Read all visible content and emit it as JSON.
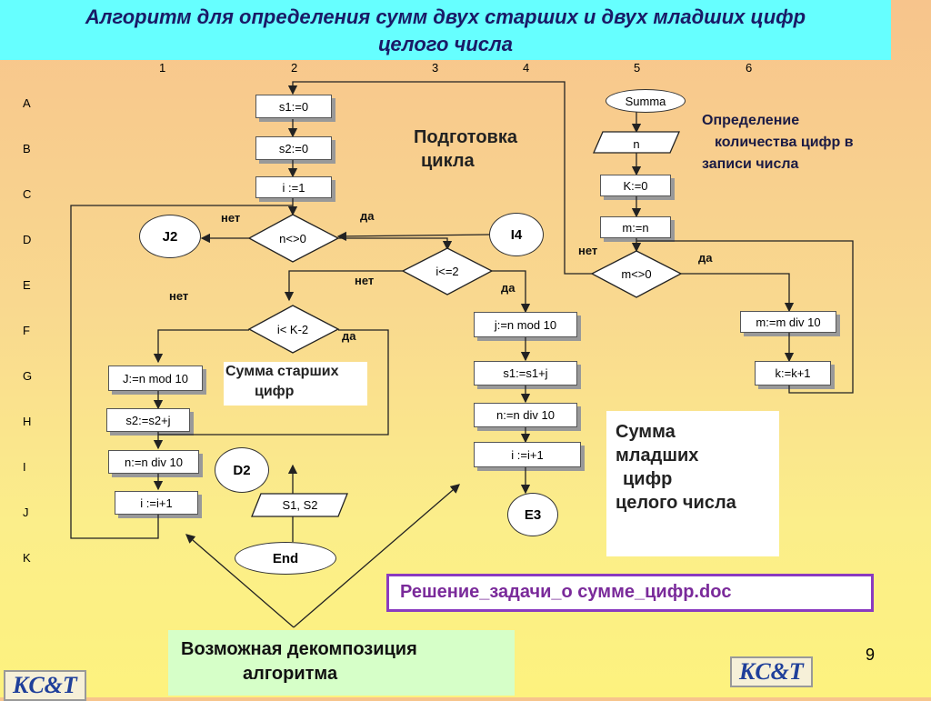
{
  "title": {
    "line1": "Алгоритм для определения сумм двух старших и двух младших цифр",
    "line2": "целого  числа"
  },
  "grid": {
    "columns": [
      "1",
      "2",
      "3",
      "4",
      "5",
      "6"
    ],
    "rows": [
      "A",
      "B",
      "C",
      "D",
      "E",
      "F",
      "G",
      "H",
      "I",
      "J",
      "K"
    ]
  },
  "blocks": {
    "s1": "s1:=0",
    "s2": "s2:=0",
    "i1": "i :=1",
    "n_ne_0": "n<>0",
    "J2": "J2",
    "I4": "I4",
    "i_le_2": "i<=2",
    "i_lt_k2": "i< K-2",
    "jmod_left": "J:=n mod 10",
    "s2sum": "s2:=s2+j",
    "ndiv_left": "n:=n div 10",
    "iinc_left": "i :=i+1",
    "D2": "D2",
    "output": "S1, S2",
    "end": "End",
    "jmod_right": "j:=n mod 10",
    "s1sum": "s1:=s1+j",
    "ndiv_right": "n:=n div 10",
    "iinc_right": "i :=i+1",
    "E3": "E3",
    "summa": "Summa",
    "n_input": "n",
    "k0": "K:=0",
    "mn": "m:=n",
    "m_ne_0": "m<>0",
    "mdiv": "m:=m div 10",
    "kinc": "k:=k+1"
  },
  "branch_labels": {
    "net1": "нет",
    "da1": "да",
    "net2": "нет",
    "net3": "нет",
    "da2": "да",
    "da3": "да",
    "net4": "нет",
    "da4": "да"
  },
  "notes": {
    "prep_line1": "Подготовка",
    "prep_line2": "цикла",
    "count_line1": "Определение",
    "count_line2": "количества цифр в",
    "count_line3": "записи числа",
    "senior_line1": "Сумма старших",
    "senior_line2": "цифр",
    "junior_line1": "Сумма",
    "junior_line2": "младших",
    "junior_line3": "цифр",
    "junior_line4": "целого числа"
  },
  "link_text": "Решение_задачи_о сумме_цифр.doc",
  "decomposition": {
    "line1": "Возможная декомпозиция",
    "line2": "алгоритма"
  },
  "page_number": "9",
  "logo_text": "KC&T"
}
